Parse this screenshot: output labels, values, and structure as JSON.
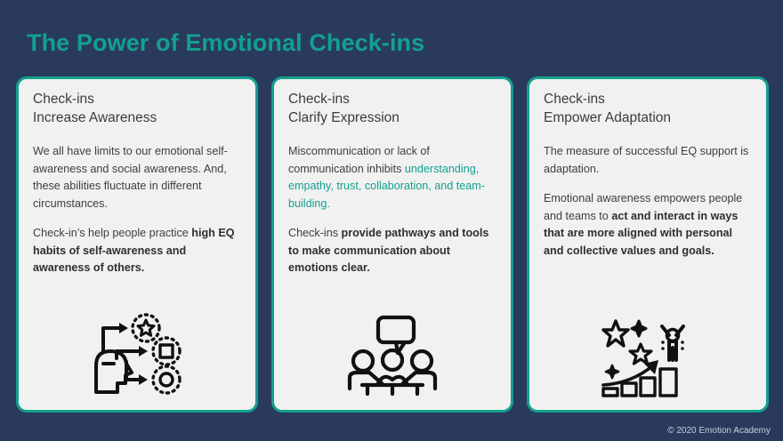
{
  "slide": {
    "title": "The Power of Emotional Check-ins",
    "background_color": "#2a3a5c",
    "accent_color": "#12a08e",
    "card_background_color": "#f1f1f1",
    "footer": "© 2020 Emotion Academy"
  },
  "cards": [
    {
      "heading_line1": "Check-ins",
      "heading_line2": "Increase Awareness",
      "paragraph1": "We all have limits to our emotional self-awareness and social awareness. And, these abilities fluctuate in different circumstances.",
      "paragraph2_plain": "Check-in’s help people practice ",
      "paragraph2_bold": "high EQ habits of self-awareness and awareness of others.",
      "icon": "head-with-arrows-to-shapes-icon"
    },
    {
      "heading_line1": "Check-ins",
      "heading_line2": "Clarify Expression",
      "paragraph1_plain": "Miscommunication or lack of communication inhibits ",
      "paragraph1_accent": "understanding, empathy, trust, collaboration, and team-building.",
      "paragraph2_plain": "Check-ins ",
      "paragraph2_bold": "provide pathways and tools to make communication about emotions clear.",
      "icon": "people-meeting-speech-bubble-icon"
    },
    {
      "heading_line1": "Check-ins",
      "heading_line2": "Empower Adaptation",
      "paragraph1": "The measure of successful EQ support is adaptation.",
      "paragraph2_plain": "Emotional awareness empowers people and teams to ",
      "paragraph2_bold": "act and interact in ways that are more aligned with personal and collective values and goals.",
      "icon": "person-celebrating-growth-chart-icon"
    }
  ]
}
